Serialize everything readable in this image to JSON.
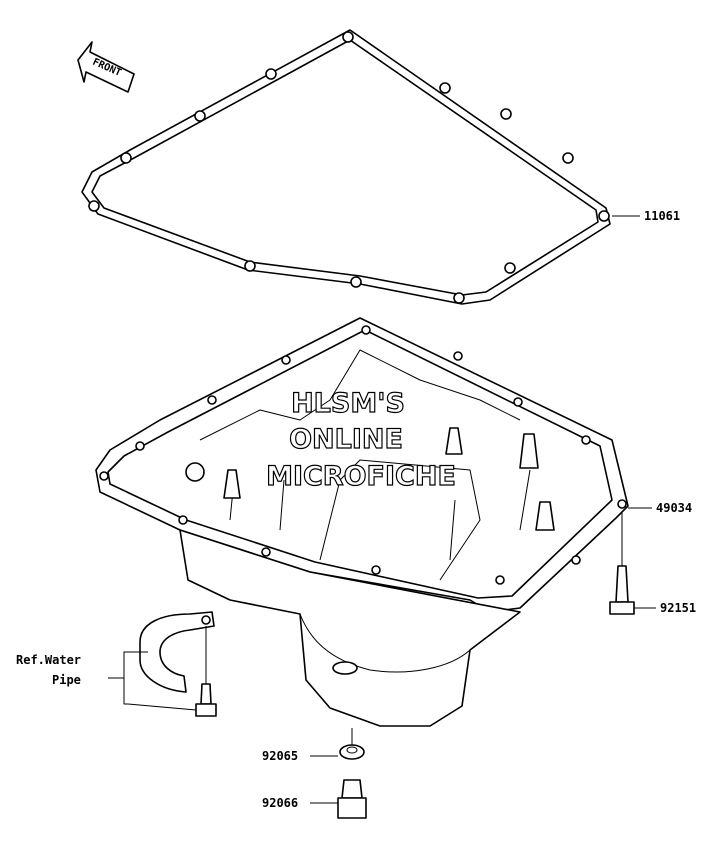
{
  "diagram": {
    "front_arrow_label": "FRONT",
    "watermark": [
      "HLSM'S",
      "ONLINE",
      "MICROFICHE"
    ],
    "parts": [
      {
        "number": "11061"
      },
      {
        "number": "49034"
      },
      {
        "number": "92151"
      },
      {
        "number": "92065"
      },
      {
        "number": "92066"
      }
    ],
    "reference": {
      "line1": "Ref.Water",
      "line2": "Pipe"
    }
  }
}
